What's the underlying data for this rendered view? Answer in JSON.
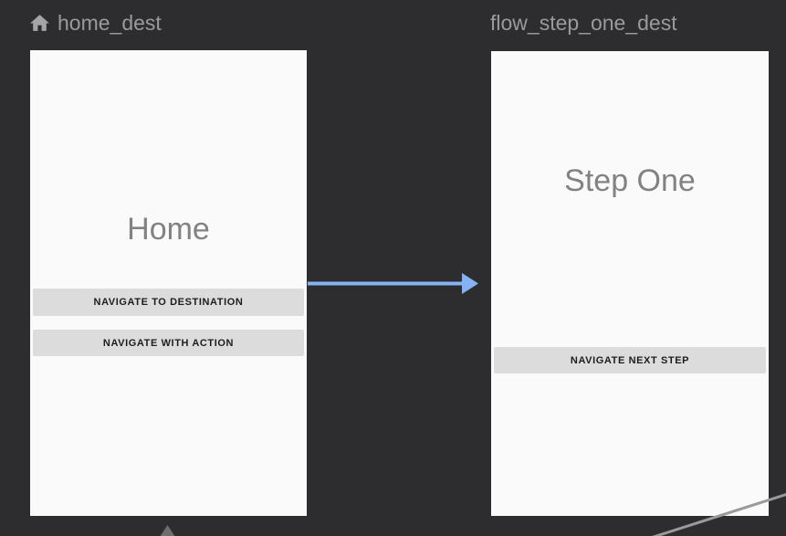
{
  "editor": {
    "background_color": "#2d2d30",
    "card_color": "#fafafa",
    "action_arrow_color": "#84b2f4",
    "connection_line_color": "#9a9a9a",
    "incoming_arrow_color": "#6e6e70",
    "header_label_color": "#9a9a9a"
  },
  "destinations": [
    {
      "label": "home_dest",
      "is_start_destination": true,
      "screen": {
        "title": "Home",
        "buttons": [
          "NAVIGATE TO DESTINATION",
          "NAVIGATE WITH ACTION"
        ]
      }
    },
    {
      "label": "flow_step_one_dest",
      "is_start_destination": false,
      "screen": {
        "title": "Step One",
        "buttons": [
          "NAVIGATE NEXT STEP"
        ]
      }
    }
  ]
}
